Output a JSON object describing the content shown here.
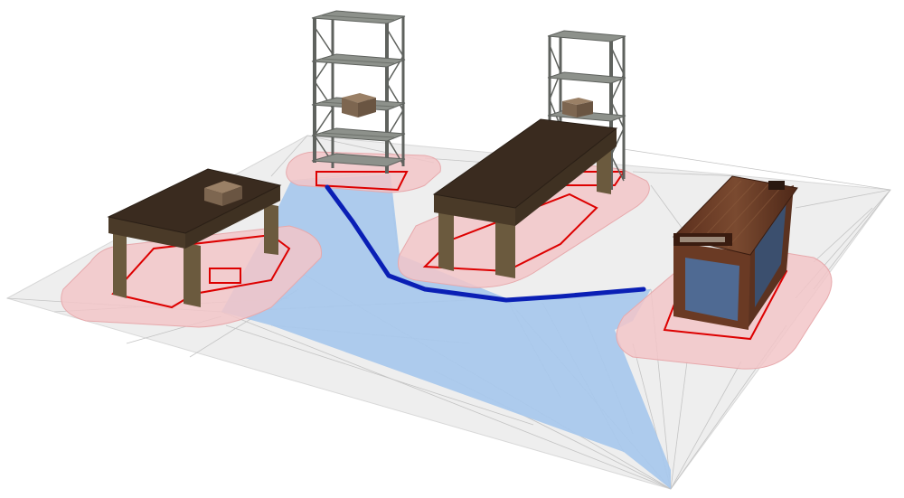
{
  "scene": {
    "objects": [
      {
        "kind": "table",
        "top_item": "box"
      },
      {
        "kind": "shelving-unit",
        "shelf_item": "box"
      },
      {
        "kind": "shelving-unit",
        "shelf_item": "box"
      },
      {
        "kind": "long-table"
      },
      {
        "kind": "workbench"
      }
    ],
    "colors": {
      "floor": "#eeeeee",
      "navmesh": "#a9c8ec",
      "obstacle_zone": "#f2c6c8",
      "obstacle_outline": "#dd0000",
      "path": "#0a1fb5",
      "table_top": "#3a2b1f",
      "table_legs": "#6b5a3e",
      "rack_frame": "#7b7f7a",
      "box": "#7d6650",
      "workbench_wood": "#6a3a24",
      "workbench_panel": "#4f6a93"
    }
  }
}
